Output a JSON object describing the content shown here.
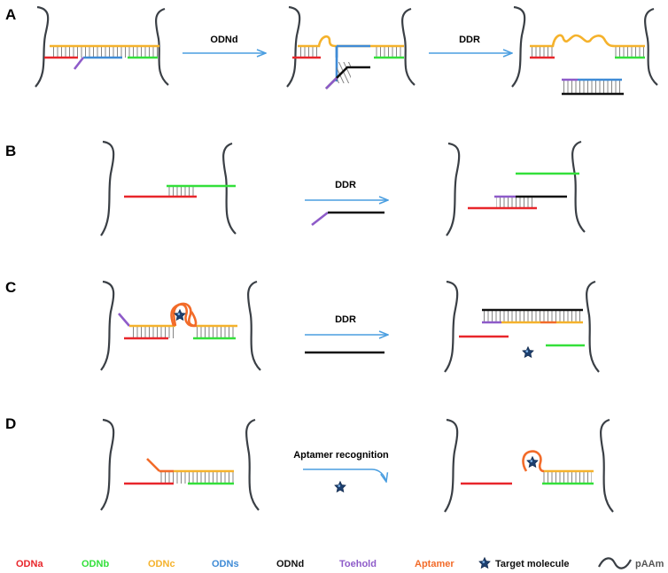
{
  "panels": {
    "a": {
      "label": "A",
      "arrow1": "ODNd",
      "arrow2": "DDR"
    },
    "b": {
      "label": "B",
      "arrow": "DDR"
    },
    "c": {
      "label": "C",
      "arrow": "DDR"
    },
    "d": {
      "label": "D",
      "arrow": "Aptamer recognition"
    }
  },
  "legend": {
    "odna": "ODNa",
    "odnb": "ODNb",
    "odnc": "ODNc",
    "odns": "ODNs",
    "odnd": "ODNd",
    "toehold": "Toehold",
    "aptamer": "Aptamer",
    "target": "Target molecule",
    "paam": "pAAm"
  },
  "colors": {
    "odna": "#e8262b",
    "odnb": "#33e03a",
    "odnc": "#f5b22c",
    "odns": "#3f8bd6",
    "odnd": "#111111",
    "toehold": "#8e5bc9",
    "aptamer": "#f26b29",
    "target": "#1d3f6e",
    "paam": "#3a3f45",
    "arrow": "#4a9ee0"
  }
}
